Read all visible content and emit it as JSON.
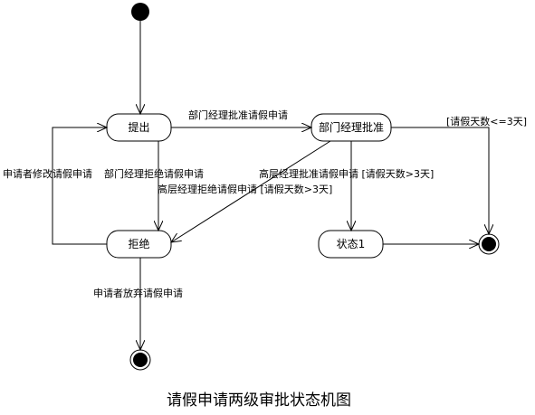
{
  "states": {
    "submit": "提出",
    "dept_approve": "部门经理批准",
    "reject": "拒绝",
    "state1": "状态1"
  },
  "transitions": {
    "dept_approve_request": "部门经理批准请假申请",
    "days_le_3": "[请假天数<=3天]",
    "applicant_modify": "申请者修改请假申请",
    "dept_reject": "部门经理拒绝请假申请",
    "senior_approve": "高层经理批准请假申请 [请假天数>3天]",
    "senior_reject": "高层经理拒绝请假申请 [请假天数>3天]",
    "applicant_abandon": "申请者放弃请假申请"
  },
  "caption": "请假申请两级审批状态机图"
}
